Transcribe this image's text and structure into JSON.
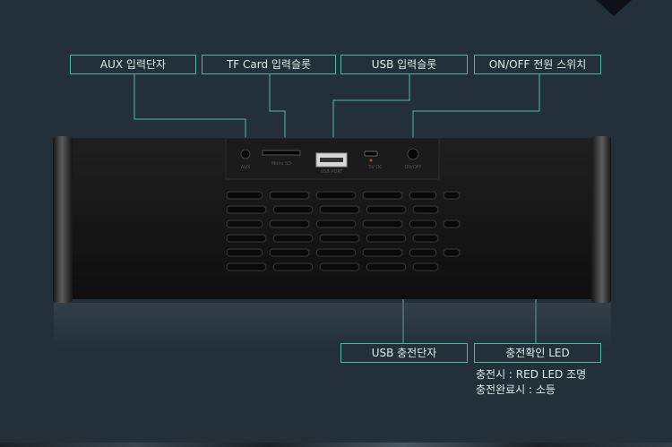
{
  "labels": {
    "aux": "AUX 입력단자",
    "tf_card": "TF Card 입력슬롯",
    "usb_input": "USB 입력슬롯",
    "power_switch": "ON/OFF 전원 스위치",
    "usb_charge": "USB 충전단자",
    "charge_led": "충전확인 LED"
  },
  "notes": {
    "charging": "충전시 : RED LED 조명",
    "charged": "충전완료시 : 소등"
  },
  "colors": {
    "accent": "#4fb7a8",
    "background": "#23303a",
    "text": "#dcebea"
  }
}
